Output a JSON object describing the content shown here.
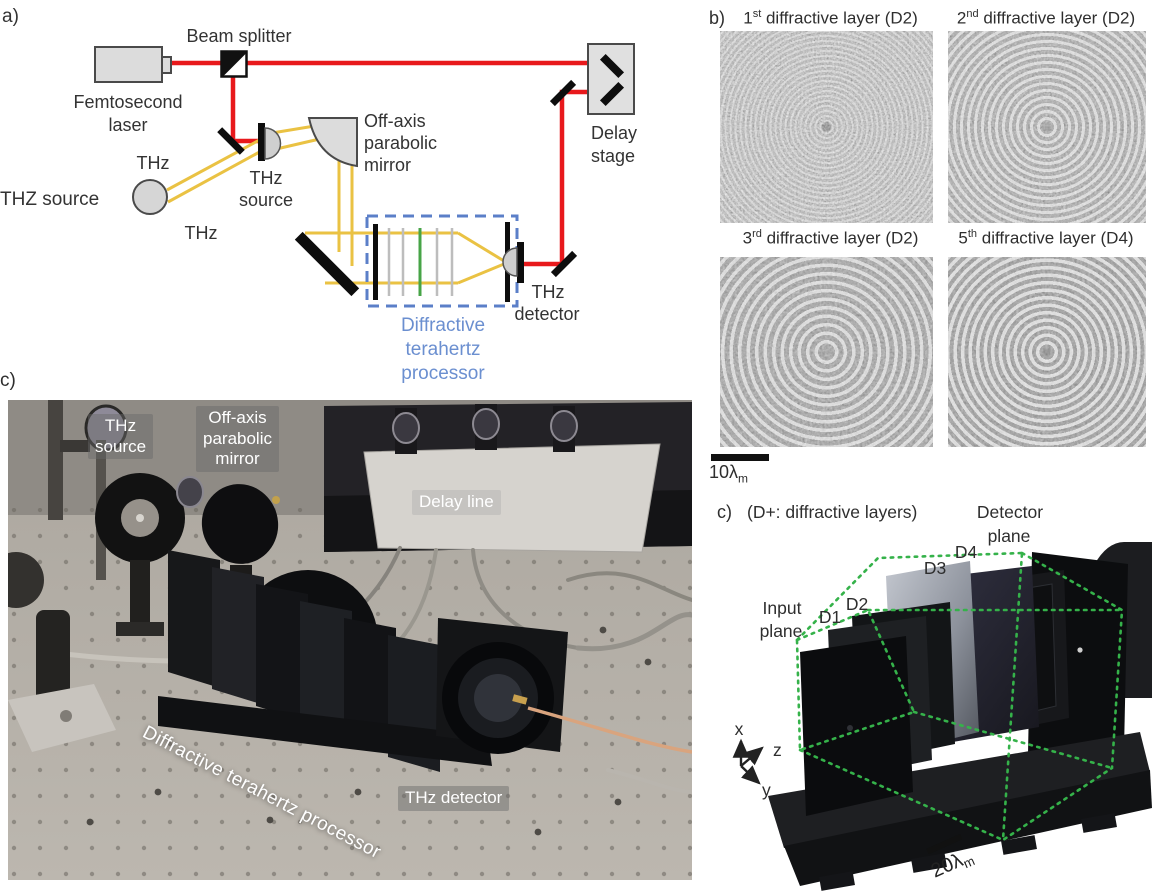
{
  "panel_a": {
    "tag": "a)",
    "beam_splitter": "Beam splitter",
    "laser_line1": "Femtosecond",
    "laser_line2": "laser",
    "thz_label_top": "THz",
    "thz_source_left": "THZ source",
    "thz_source_line1": "THz",
    "thz_source_line2": "source",
    "thz_label_bottom": "THz",
    "oap_line1": "Off-axis",
    "oap_line2": "parabolic",
    "oap_line3": "mirror",
    "delay_line1": "Delay",
    "delay_line2": "stage",
    "det_line1": "THz",
    "det_line2": "detector",
    "proc_line1": "Diffractive",
    "proc_line2": "terahertz",
    "proc_line3": "processor"
  },
  "panel_b": {
    "tag": "b)",
    "tiles": [
      {
        "num": "1",
        "suffix": "st",
        "rest": " diffractive layer (D2)"
      },
      {
        "num": "2",
        "suffix": "nd",
        "rest": " diffractive layer (D2)"
      },
      {
        "num": "3",
        "suffix": "rd",
        "rest": " diffractive layer (D2)"
      },
      {
        "num": "5",
        "suffix": "th",
        "rest": " diffractive layer (D4)"
      }
    ],
    "scale_bar": {
      "value": "10λ",
      "sub": "m"
    }
  },
  "panel_c_photo": {
    "tag": "c)",
    "thz_source_line1": "THz",
    "thz_source_line2": "source",
    "oap_line1": "Off-axis",
    "oap_line2": "parabolic",
    "oap_line3": "mirror",
    "delay_line": "Delay line",
    "processor": "Diffractive terahertz processor",
    "detector": "THz detector"
  },
  "panel_c_layers": {
    "tag": "c)",
    "heading": "(D+: diffractive layers)",
    "detector_plane_line1": "Detector",
    "detector_plane_line2": "plane",
    "input_plane_line1": "Input",
    "input_plane_line2": "plane",
    "d1": "D1",
    "d2": "D2",
    "d3": "D3",
    "d4": "D4",
    "axis_x": "x",
    "axis_y": "y",
    "axis_z": "z",
    "scale_bar": {
      "value": "20λ",
      "sub": "m"
    }
  },
  "colors": {
    "beam_red": "#e8191c",
    "beam_yellow": "#eac243",
    "dashed_blue": "#5b7fc8",
    "processor_text_blue": "#6b8fd0",
    "green_layer": "#47a447",
    "green_dashed": "#35b24a"
  }
}
